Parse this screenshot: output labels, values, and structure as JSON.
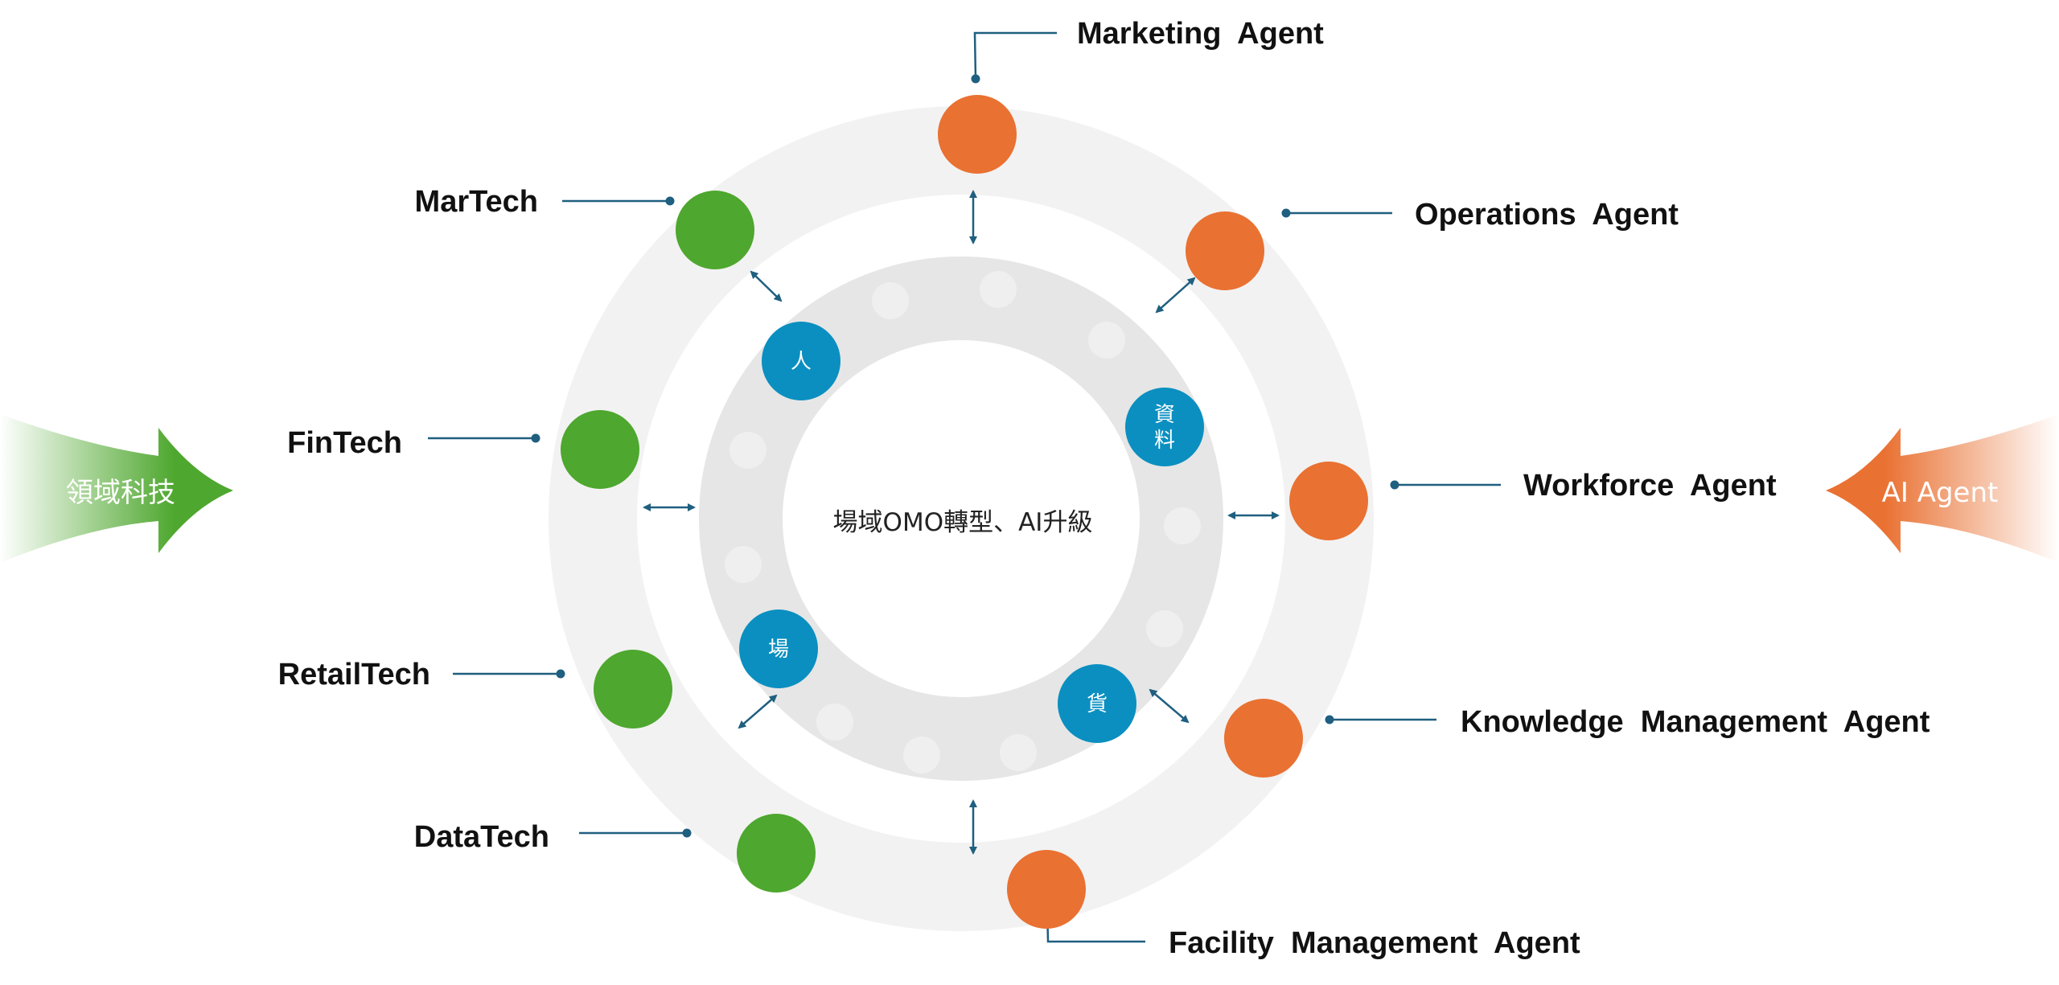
{
  "colors": {
    "tech_green": "#4ea72e",
    "agent_orange": "#e97132",
    "core_blue": "#0a8fc0",
    "connector": "#1f5f80",
    "outer_ring": "#f2f2f2",
    "inner_ring": "#e6e6e6",
    "dot_light": "#efefef"
  },
  "center_title": "場域OMO轉型、AI升級",
  "left_arrow": {
    "label": "領域科技"
  },
  "right_arrow": {
    "label": "AI Agent"
  },
  "tech_labels": [
    "MarTech",
    "FinTech",
    "RetailTech",
    "DataTech"
  ],
  "agent_labels": [
    "Marketing  Agent",
    "Operations  Agent",
    "Workforce  Agent",
    "Knowledge  Management  Agent",
    "Facility  Management  Agent"
  ],
  "core_nodes": [
    {
      "lines": [
        "人"
      ]
    },
    {
      "lines": [
        "資",
        "料"
      ]
    },
    {
      "lines": [
        "場"
      ]
    },
    {
      "lines": [
        "貨"
      ]
    }
  ]
}
